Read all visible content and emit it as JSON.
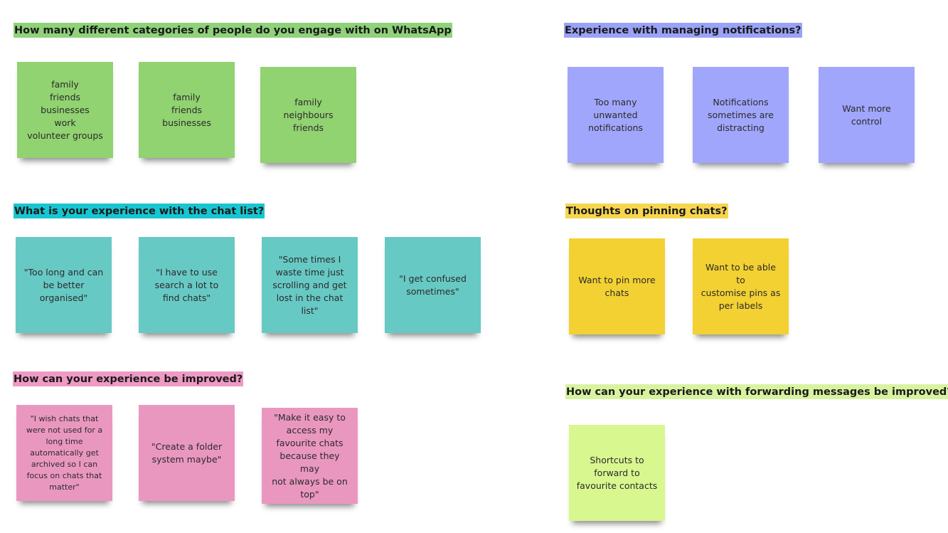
{
  "sections": {
    "categories": {
      "heading": "How many different categories of people do you engage with on WhatsApp",
      "notes": [
        "family\nfriends\nbusinesses\nwork\nvolunteer groups",
        "family\nfriends\nbusinesses",
        "family\nneighbours\nfriends"
      ]
    },
    "notifications": {
      "heading": "Experience with managing notifications?",
      "notes": [
        "Too many\nunwanted\nnotifications",
        "Notifications\nsometimes are\ndistracting",
        "Want more\ncontrol"
      ]
    },
    "chat_list": {
      "heading": "What is your experience with the chat list?",
      "notes": [
        "\"Too long and can\nbe better\norganised\"",
        "\"I have to use\nsearch a lot to\nfind chats\"",
        "\"Some times I\nwaste time just\nscrolling and get\nlost in the chat\nlist\"",
        "\"I get confused\nsometimes\""
      ]
    },
    "pinning": {
      "heading": "Thoughts on pinning chats?",
      "notes": [
        "Want to pin more\nchats",
        "Want to be able to\ncustomise pins as\nper labels"
      ]
    },
    "improved": {
      "heading": "How can your experience be improved?",
      "notes": [
        "\"I wish chats that\nwere not used for a\nlong time\nautomatically get\narchived so I can\nfocus on chats that\nmatter\"",
        "\"Create a folder\nsystem maybe\"",
        "\"Make it easy to\naccess my\nfavourite chats\nbecause they may\nnot always be on\ntop\""
      ]
    },
    "forwarding": {
      "heading": "How can your experience with forwarding messages be improved?",
      "notes": [
        "Shortcuts to\nforward to\nfavourite contacts"
      ]
    }
  },
  "colors": {
    "green": "#91d271",
    "blue": "#a0a6fb",
    "teal": "#67c9c4",
    "yellow": "#f3d132",
    "pink": "#ea97c0",
    "lime": "#d8f78f"
  }
}
